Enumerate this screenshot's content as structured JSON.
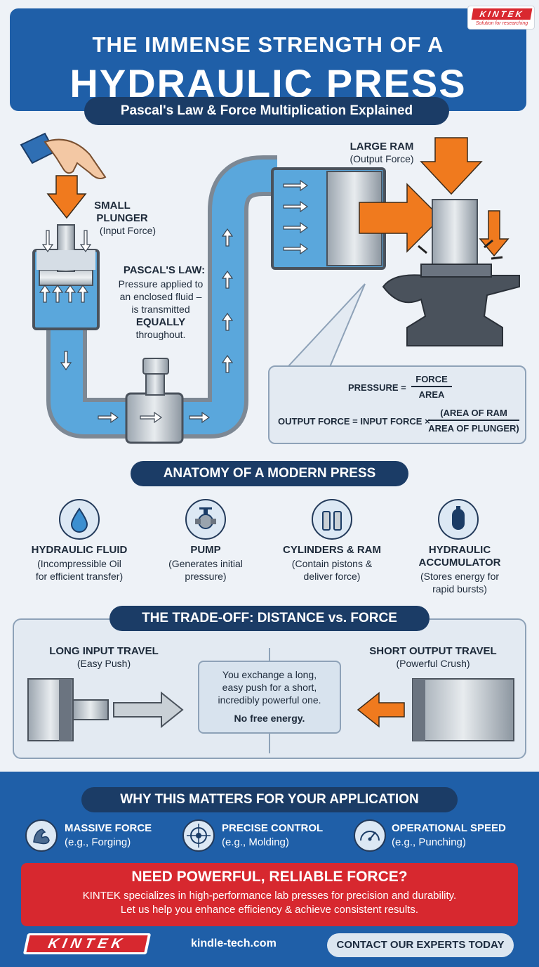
{
  "header": {
    "title_line1": "THE IMMENSE STRENGTH OF A",
    "title_line2": "HYDRAULIC PRESS",
    "subtitle": "Pascal's Law & Force Multiplication Explained"
  },
  "brand": {
    "name": "KINTEK",
    "tagline": "Sofution for researching",
    "color": "#d7282f"
  },
  "diagram": {
    "small_plunger_title_1": "SMALL",
    "small_plunger_title_2": "PLUNGER",
    "small_plunger_sub": "(Input Force)",
    "large_ram_title": "LARGE RAM",
    "large_ram_sub": "(Output Force)",
    "pascal_title": "PASCAL'S LAW:",
    "pascal_line1": "Pressure applied to",
    "pascal_line2": "an enclosed fluid –",
    "pascal_line3": "is transmitted",
    "pascal_line4": "EQUALLY",
    "pascal_line5": "throughout.",
    "formula1_left": "PRESSURE =",
    "formula1_num": "FORCE",
    "formula1_den": "AREA",
    "formula2_left": "OUTPUT FORCE = INPUT FORCE ×",
    "formula2_num": "(AREA OF RAM",
    "formula2_den": "AREA OF PLUNGER)"
  },
  "anatomy": {
    "heading": "ANATOMY OF A MODERN PRESS",
    "items": [
      {
        "title1": "HYDRAULIC FLUID",
        "title2": "",
        "desc1": "(Incompressible Oil",
        "desc2": "for efficient transfer)",
        "desc3": "",
        "icon": "droplet-icon"
      },
      {
        "title1": "PUMP",
        "title2": "",
        "desc1": "(Generates initial",
        "desc2": "pressure)",
        "desc3": "",
        "icon": "pump-icon"
      },
      {
        "title1": "CYLINDERS & RAM",
        "title2": "",
        "desc1": "(Contain pistons &",
        "desc2": "deliver force)",
        "desc3": "",
        "icon": "cylinders-icon"
      },
      {
        "title1": "HYDRAULIC",
        "title2": "ACCUMULATOR",
        "desc1": "(Stores energy for",
        "desc2": "rapid bursts)",
        "desc3": "",
        "icon": "accumulator-icon"
      }
    ]
  },
  "tradeoff": {
    "heading": "THE TRADE-OFF: DISTANCE vs. FORCE",
    "left_title": "LONG INPUT TRAVEL",
    "left_sub": "(Easy Push)",
    "right_title": "SHORT OUTPUT TRAVEL",
    "right_sub": "(Powerful Crush)",
    "note_line1": "You exchange a long,",
    "note_line2": "easy push for a short,",
    "note_line3": "incredibly powerful one.",
    "note_bold": "No free energy."
  },
  "why": {
    "heading": "WHY THIS MATTERS FOR YOUR APPLICATION",
    "items": [
      {
        "title": "MASSIVE FORCE",
        "sub": "(e.g., Forging)",
        "icon": "muscle-icon"
      },
      {
        "title": "PRECISE CONTROL",
        "sub": "(e.g., Molding)",
        "icon": "target-icon"
      },
      {
        "title": "OPERATIONAL SPEED",
        "sub": "(e.g., Punching)",
        "icon": "speedometer-icon"
      }
    ]
  },
  "cta": {
    "title": "NEED POWERFUL, RELIABLE FORCE?",
    "line1": "KINTEK specializes in high-performance lab presses for precision and durability.",
    "line2": "Let us help you enhance efficiency & achieve consistent results."
  },
  "footer": {
    "url": "kindle-tech.com",
    "contact_label": "CONTACT OUR EXPERTS TODAY"
  },
  "colors": {
    "primary_blue": "#1f5fa8",
    "dark_navy": "#1b3c66",
    "fluid_blue": "#5aa7dc",
    "arrow_orange": "#f07a1e",
    "cta_red": "#d7282f"
  }
}
